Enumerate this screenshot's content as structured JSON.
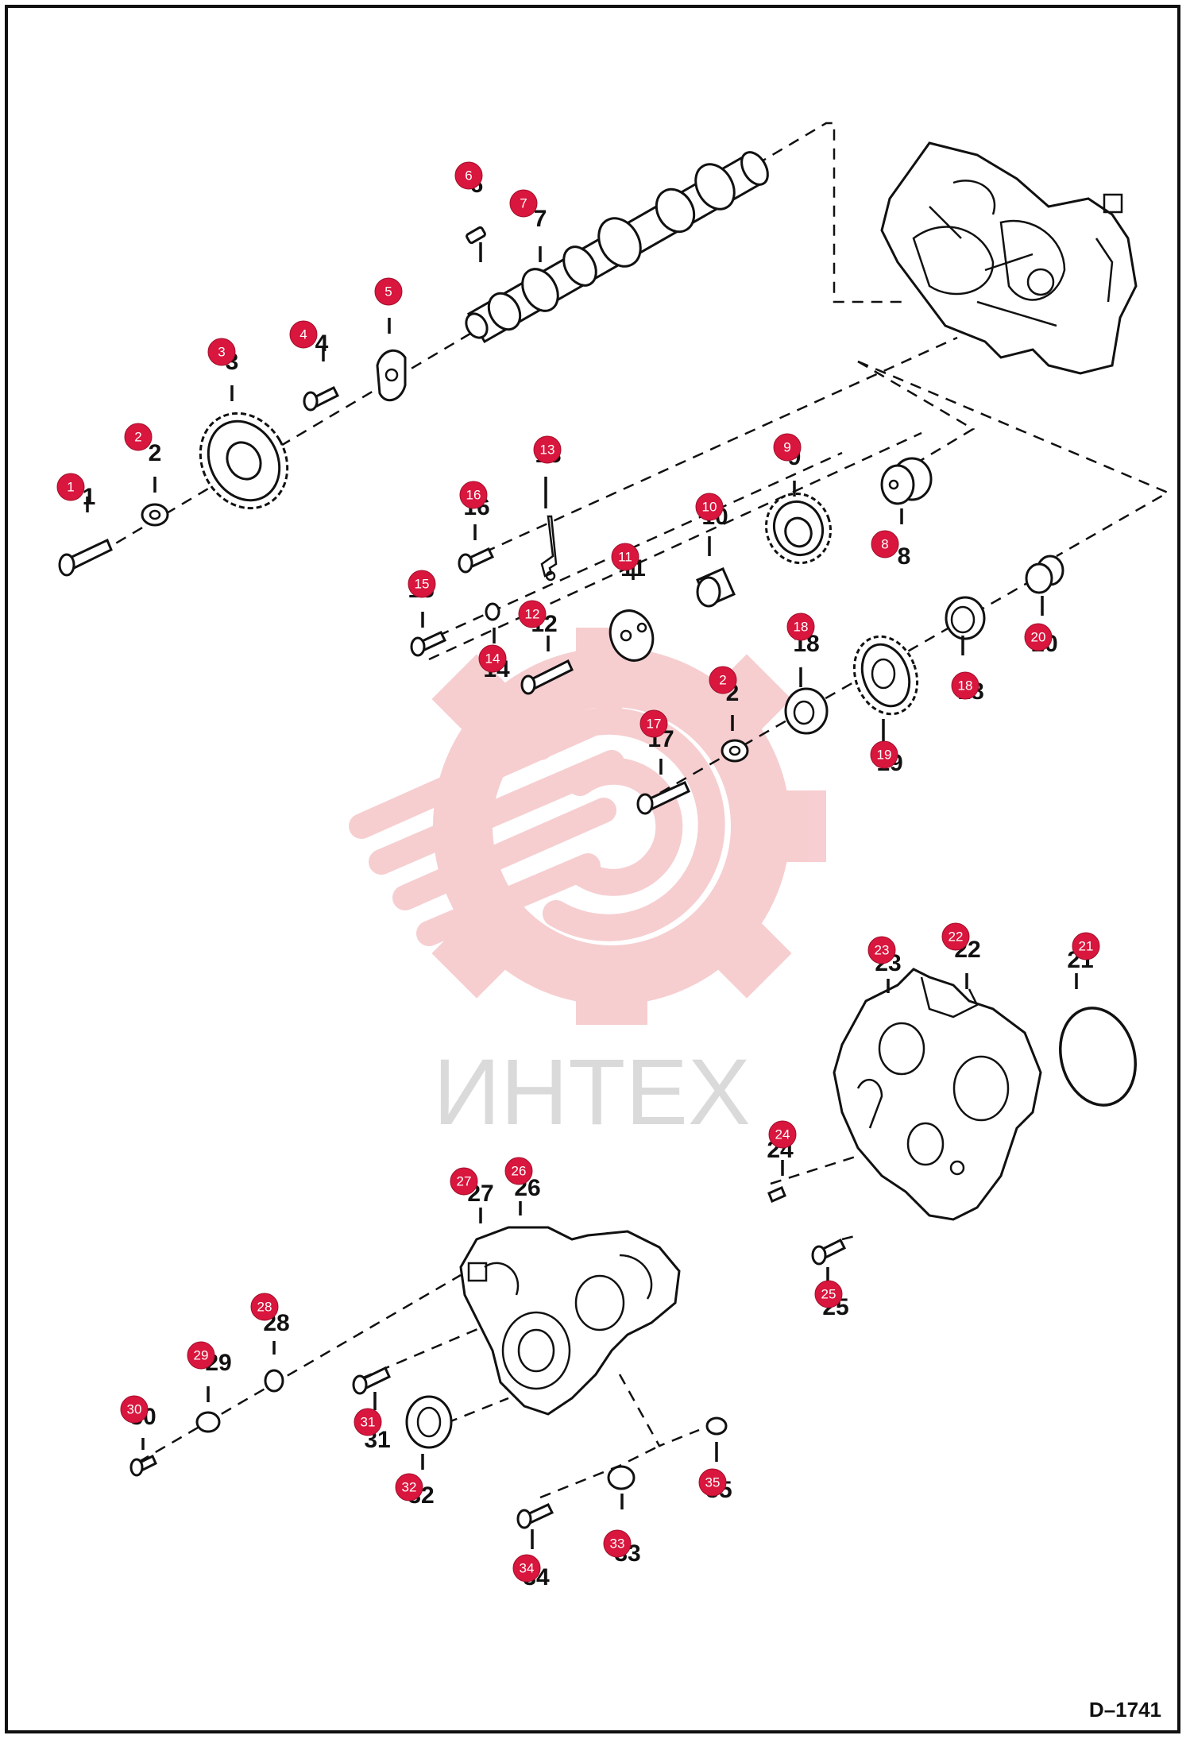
{
  "drawing": {
    "id_label": "D–1741",
    "watermark_text": "ИНТЕХ",
    "accent_color": "#d9163d",
    "watermark_color": "#f6c9cc"
  },
  "callouts": [
    {
      "n": "1"
    },
    {
      "n": "2"
    },
    {
      "n": "3"
    },
    {
      "n": "4"
    },
    {
      "n": "5"
    },
    {
      "n": "6"
    },
    {
      "n": "7"
    },
    {
      "n": "8"
    },
    {
      "n": "9"
    },
    {
      "n": "10"
    },
    {
      "n": "11"
    },
    {
      "n": "12"
    },
    {
      "n": "13"
    },
    {
      "n": "14"
    },
    {
      "n": "15"
    },
    {
      "n": "16"
    },
    {
      "n": "17"
    },
    {
      "n": "18"
    },
    {
      "n": "18"
    },
    {
      "n": "19"
    },
    {
      "n": "20"
    },
    {
      "n": "2"
    },
    {
      "n": "21"
    },
    {
      "n": "22"
    },
    {
      "n": "23"
    },
    {
      "n": "24"
    },
    {
      "n": "25"
    },
    {
      "n": "26"
    },
    {
      "n": "27"
    },
    {
      "n": "28"
    },
    {
      "n": "29"
    },
    {
      "n": "30"
    },
    {
      "n": "31"
    },
    {
      "n": "32"
    },
    {
      "n": "33"
    },
    {
      "n": "34"
    },
    {
      "n": "35"
    }
  ]
}
